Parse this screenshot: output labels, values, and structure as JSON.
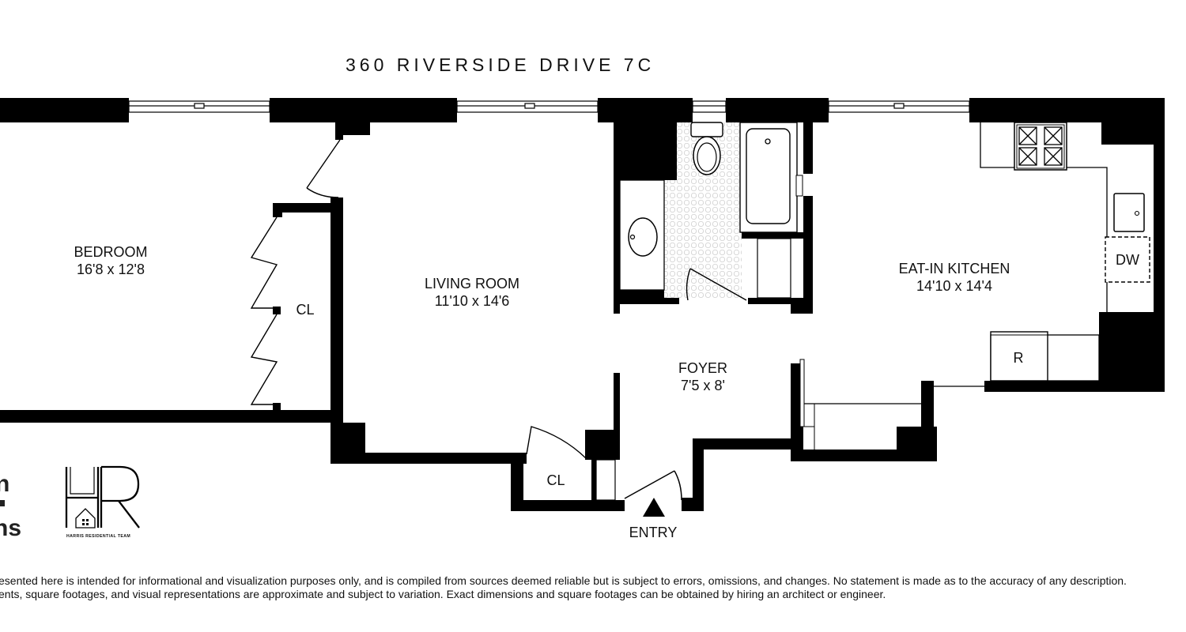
{
  "title": "360 RIVERSIDE DRIVE 7C",
  "rooms": {
    "bedroom": {
      "name": "BEDROOM",
      "dims": "16'8 x 12'8"
    },
    "living": {
      "name": "LIVING ROOM",
      "dims": "11'10 x 14'6"
    },
    "kitchen": {
      "name": "EAT-IN KITCHEN",
      "dims": "14'10 x 14'4"
    },
    "foyer": {
      "name": "FOYER",
      "dims": "7'5 x 8'"
    }
  },
  "labels": {
    "closet_bedroom": "CL",
    "closet_entry": "CL",
    "dishwasher": "DW",
    "refrigerator": "R",
    "entry": "ENTRY"
  },
  "logos": {
    "hr_letters": "HR",
    "hr_team": "HARRIS RESIDENTIAL TEAM",
    "partial_logo_fragments": [
      "n",
      "ns"
    ]
  },
  "disclaimer": {
    "line1": "esented here is intended for informational and visualization purposes only, and is compiled from sources deemed reliable but is subject to errors, omissions, and changes. No statement is made as to the accuracy of any description.",
    "line2": "ents, square footages, and visual representations are approximate and subject to variation. Exact dimensions and square footages can be obtained by hiring an architect or engineer."
  },
  "colors": {
    "wall": "#000000",
    "background": "#ffffff",
    "fixture_line": "#111111"
  }
}
